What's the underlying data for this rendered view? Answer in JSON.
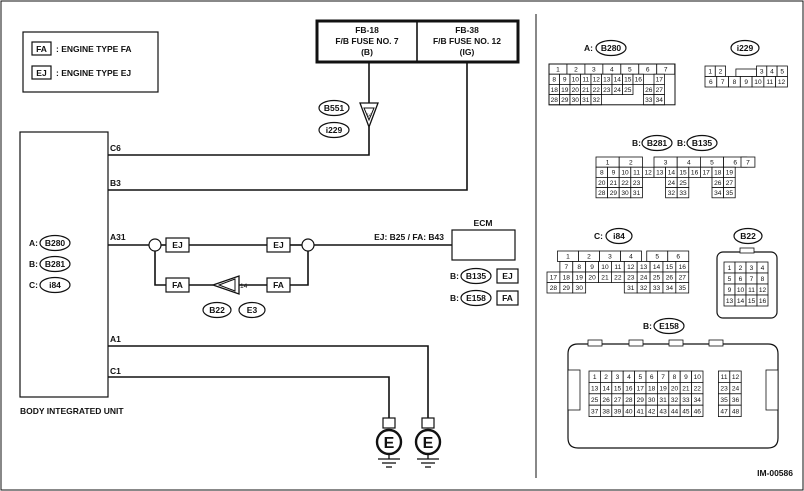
{
  "legend": {
    "fa": {
      "tag": "FA",
      "text": ": ENGINE TYPE FA"
    },
    "ej": {
      "tag": "EJ",
      "text": ": ENGINE TYPE EJ"
    }
  },
  "fuses": {
    "left": {
      "name": "FB-18",
      "label": "F/B FUSE NO. 7",
      "source": "(B)"
    },
    "right": {
      "name": "FB-38",
      "label": "F/B FUSE NO. 12",
      "source": "(IG)"
    }
  },
  "connector_b551": "B551",
  "connector_i229": "i229",
  "pin_3": "3",
  "unit": {
    "title": "BODY INTEGRATED UNIT",
    "rows": [
      {
        "prefix": "A:",
        "code": "B280"
      },
      {
        "prefix": "B:",
        "code": "B281"
      },
      {
        "prefix": "C:",
        "code": "i84"
      }
    ],
    "pins": {
      "c6": "C6",
      "b3": "B3",
      "a31": "A31",
      "a1": "A1",
      "c1": "C1"
    }
  },
  "ej_tag": "EJ",
  "fa_tag": "FA",
  "joint_pin": "14",
  "joint_b22": "B22",
  "joint_e3": "E3",
  "ecm": {
    "title": "ECM",
    "pin_label": "EJ: B25 / FA: B43",
    "refs": [
      {
        "prefix": "B:",
        "code": "B135",
        "tag": "EJ"
      },
      {
        "prefix": "B:",
        "code": "E158",
        "tag": "FA"
      }
    ]
  },
  "ground": "E",
  "connectors": {
    "b280": {
      "prefix": "A:",
      "code": "B280"
    },
    "i229": {
      "code": "i229"
    },
    "b281_b135": {
      "prefix1": "B:",
      "code1": "B281",
      "prefix2": "B:",
      "code2": "B135"
    },
    "i84": {
      "prefix": "C:",
      "code": "i84"
    },
    "b22": {
      "code": "B22"
    },
    "e158": {
      "prefix": "B:",
      "code": "E158"
    }
  },
  "figure_id": "IM-00586"
}
